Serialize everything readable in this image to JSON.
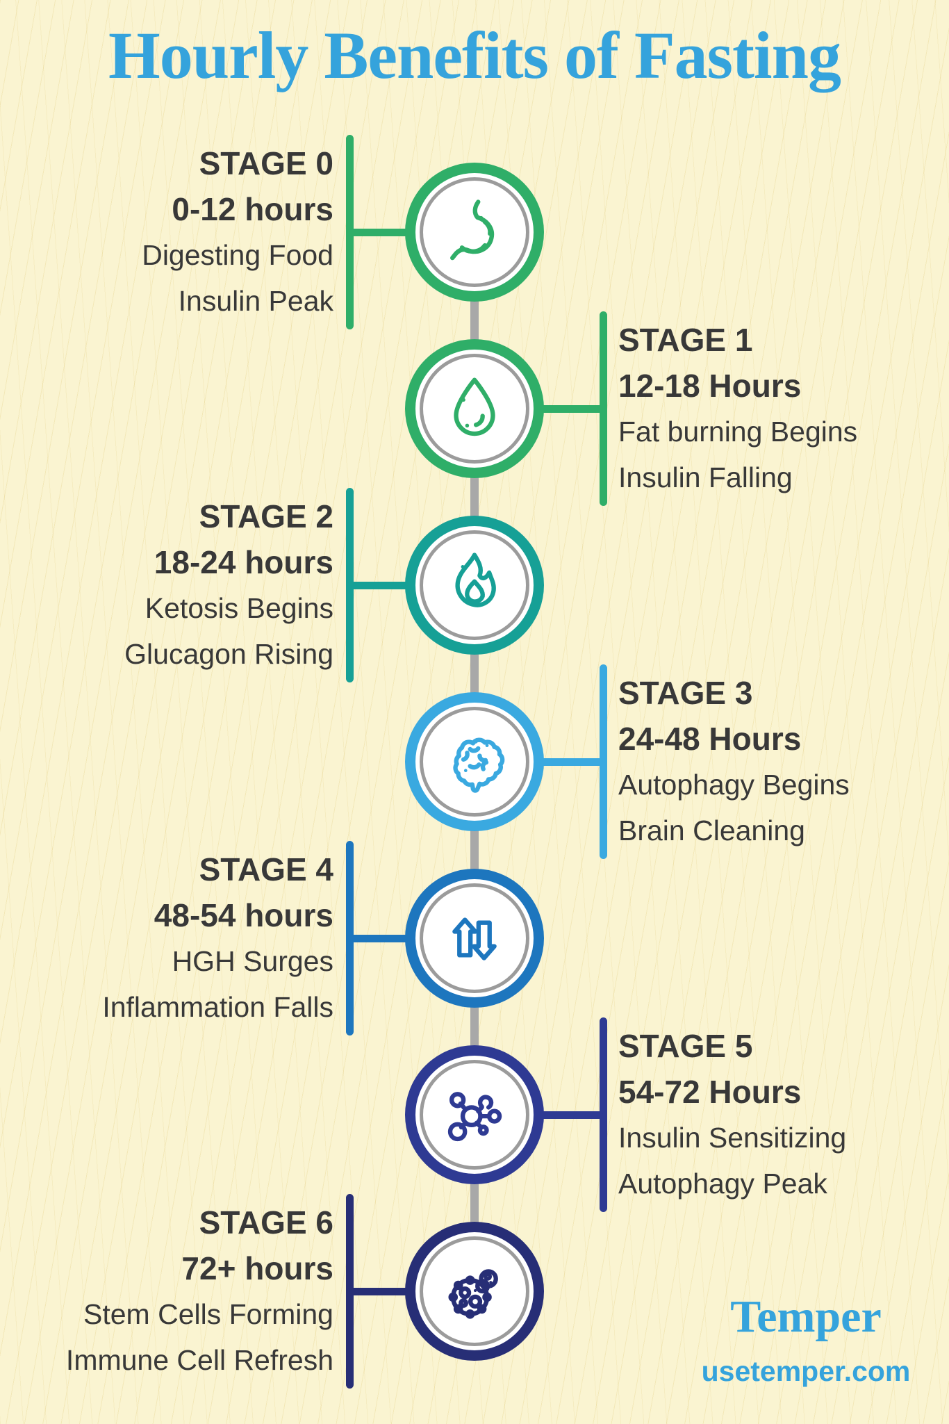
{
  "title": "Hourly Benefits of Fasting",
  "colors": {
    "background": "#FAF4D1",
    "title_blue": "#35A3DC",
    "text_dark": "#383838",
    "ring_gray": "#9B9B9B",
    "line_gray": "#A8A8A8"
  },
  "stages": [
    {
      "label": "STAGE 0",
      "hours": "0-12 hours",
      "line1": "Digesting Food",
      "line2": "Insulin Peak",
      "color": "#2FAE68",
      "icon": "stomach-icon",
      "side": "left"
    },
    {
      "label": "STAGE 1",
      "hours": "12-18 Hours",
      "line1": "Fat burning Begins",
      "line2": "Insulin Falling",
      "color": "#2FAE68",
      "icon": "water-drop-icon",
      "side": "right"
    },
    {
      "label": "STAGE 2",
      "hours": "18-24 hours",
      "line1": "Ketosis Begins",
      "line2": "Glucagon Rising",
      "color": "#16A096",
      "icon": "flame-icon",
      "side": "left"
    },
    {
      "label": "STAGE 3",
      "hours": "24-48 Hours",
      "line1": "Autophagy Begins",
      "line2": "Brain Cleaning",
      "color": "#3AA9E0",
      "icon": "brain-icon",
      "side": "right"
    },
    {
      "label": "STAGE 4",
      "hours": "48-54 hours",
      "line1": "HGH Surges",
      "line2": "Inflammation Falls",
      "color": "#1D76BE",
      "icon": "arrows-up-down-icon",
      "side": "left"
    },
    {
      "label": "STAGE 5",
      "hours": "54-72 Hours",
      "line1": "Insulin Sensitizing",
      "line2": "Autophagy Peak",
      "color": "#2E3A93",
      "icon": "molecule-icon",
      "side": "right"
    },
    {
      "label": "STAGE 6",
      "hours": "72+ hours",
      "line1": "Stem Cells Forming",
      "line2": "Immune Cell Refresh",
      "color": "#272E76",
      "icon": "stem-cell-icon",
      "side": "left"
    }
  ],
  "footer": {
    "brand": "Temper",
    "url": "usetemper.com"
  }
}
